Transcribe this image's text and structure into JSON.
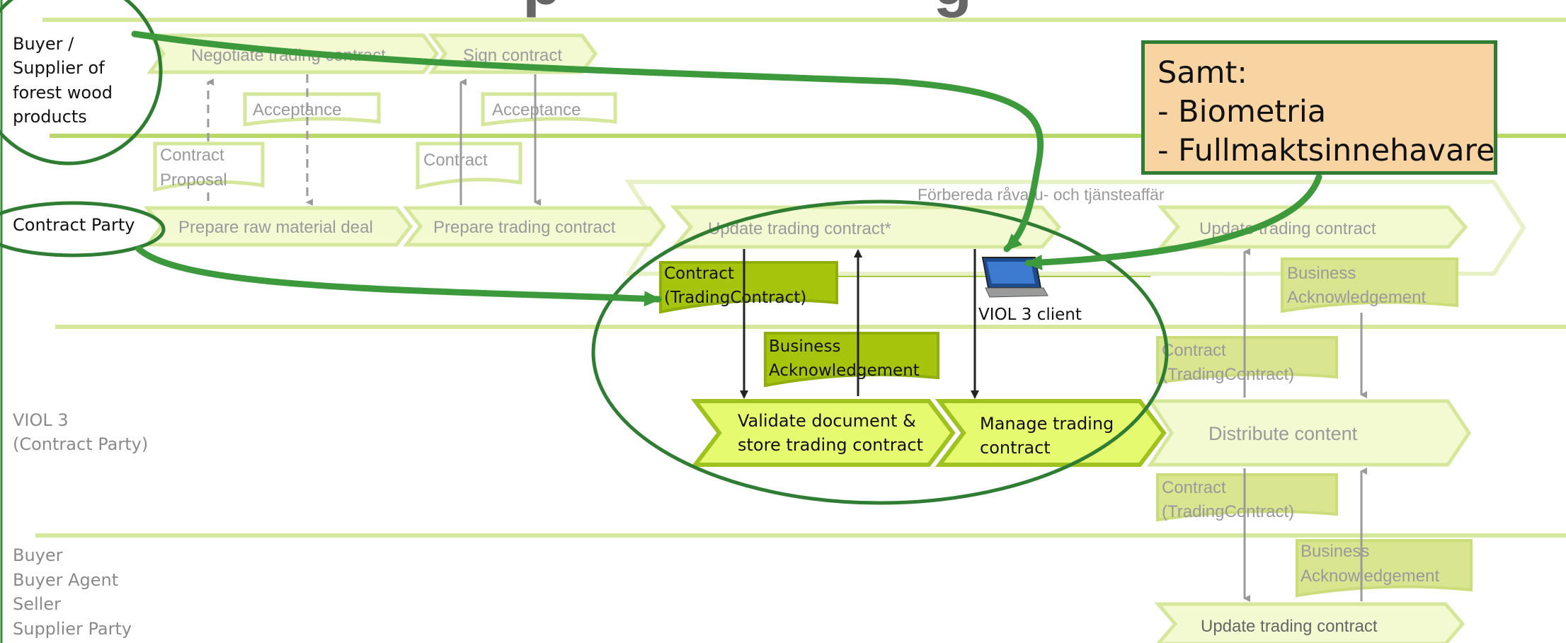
{
  "top_title_fragment": "p                     g",
  "lanes": {
    "buyer_supplier": [
      "Buyer /",
      "Supplier of",
      "forest wood",
      "products"
    ],
    "contract_party": "Contract Party",
    "viol3": [
      "VIOL 3",
      "(Contract Party)"
    ],
    "bottom": [
      "Buyer",
      "Buyer Agent",
      "Seller",
      "Supplier Party"
    ]
  },
  "processes": {
    "negotiate": "Negotiate trading contract",
    "sign": "Sign contract",
    "prepare_raw": "Prepare raw material deal",
    "prepare_trading": "Prepare trading contract",
    "group_label": "Förbereda råvaru- och tjänsteaffär",
    "update_star": "Update trading contract*",
    "update_right": "Update trading contract",
    "validate": [
      "Validate document &",
      "store trading contract"
    ],
    "manage": [
      "Manage trading",
      "contract"
    ],
    "distribute": "Distribute content",
    "update_bottom": "Update trading contract"
  },
  "documents": {
    "acceptance": "Acceptance",
    "contract_proposal": [
      "Contract",
      "Proposal"
    ],
    "contract": "Contract",
    "contract_trading": [
      "Contract",
      "(TradingContract)"
    ],
    "business_ack": [
      "Business",
      "Acknowledgement"
    ]
  },
  "client_label": "VIOL 3 client",
  "samt": {
    "title": "Samt:",
    "items": [
      "- Biometria",
      "- Fullmaktsinnehavare"
    ]
  },
  "colors": {
    "faint_fill": "#f3fad2",
    "faint_stroke": "#d4e79a",
    "highlight_fill": "#e6fa70",
    "highlight_stroke": "#9fc21f",
    "doc_green": "#a6c40b",
    "doc_faint": "#d9e58f",
    "ellipse_green": "#2e7d32",
    "arrow_green": "#3c9a3c",
    "lane_line": "#d4e79a",
    "samt_fill": "#f8d4a2"
  }
}
